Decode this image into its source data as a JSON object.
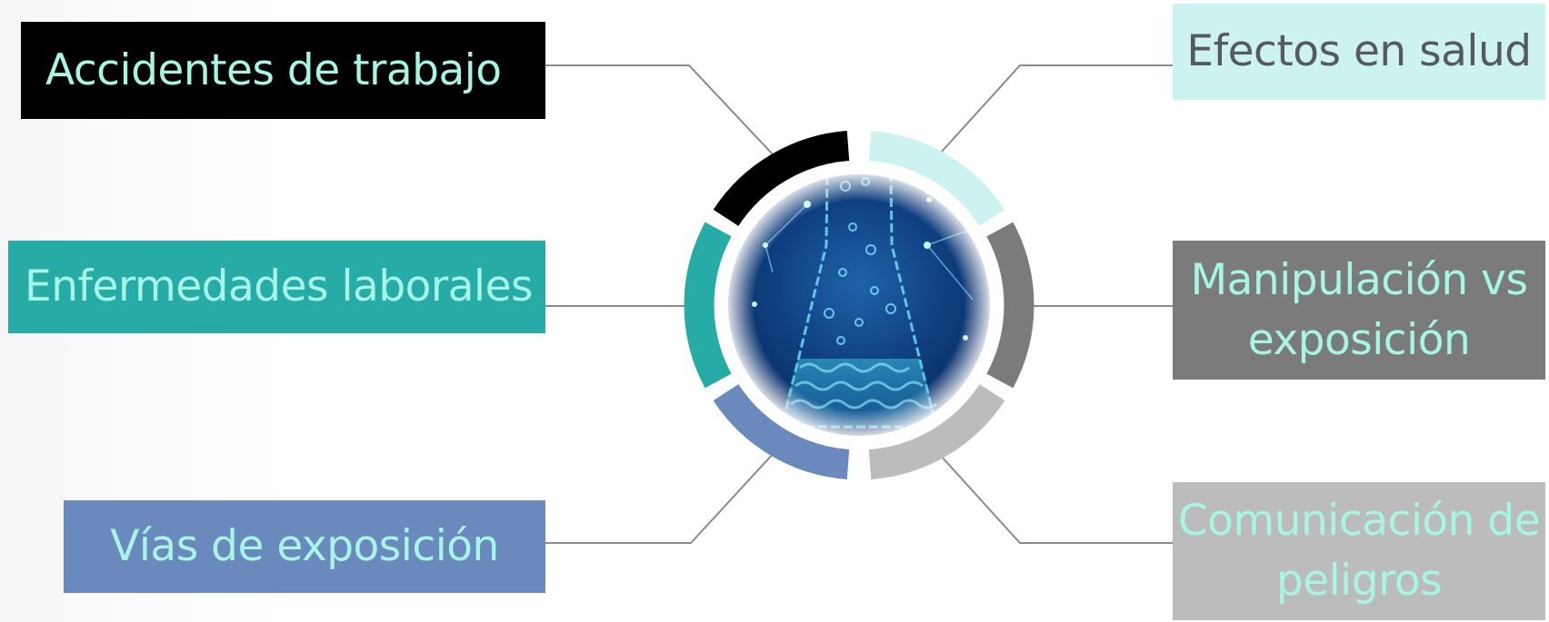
{
  "colors": {
    "black": "#000000",
    "teal": "#26aba7",
    "periwinkle": "#6a89bd",
    "pale_cyan": "#cdf3f1",
    "dark_gray": "#7b7b7b",
    "light_gray": "#bcbcbc",
    "mint_text": "#a6f5e5",
    "slate_text": "#565a60",
    "connector": "#8a8a8a"
  },
  "center_image": {
    "icon": "laboratory-flask-icon"
  },
  "topics": [
    {
      "id": "accidentes",
      "label": "Accidentes de trabajo",
      "fill": "#000000",
      "text_color": "#a6f5e5"
    },
    {
      "id": "enfermedades",
      "label": "Enfermedades laborales",
      "fill": "#26aba7",
      "text_color": "#a6f5e5"
    },
    {
      "id": "vias",
      "label": "Vías de exposición",
      "fill": "#6a89bd",
      "text_color": "#a6f5e5"
    },
    {
      "id": "efectos",
      "label": "Efectos en salud",
      "fill": "#cdf3f1",
      "text_color": "#565a60"
    },
    {
      "id": "manipulacion",
      "label_line1": "Manipulación vs",
      "label_line2": "exposición",
      "fill": "#7b7b7b",
      "text_color": "#a6f5e5"
    },
    {
      "id": "comunicacion",
      "label_line1": "Comunicación de",
      "label_line2": "peligros",
      "fill": "#bcbcbc",
      "text_color": "#a6f5e5"
    }
  ]
}
